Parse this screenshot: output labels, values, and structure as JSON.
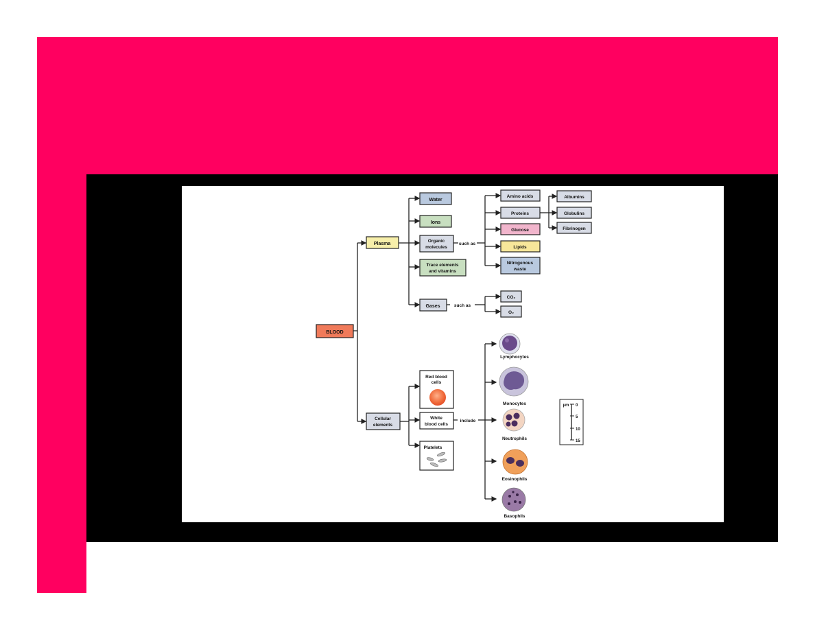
{
  "colors": {
    "accent_pink": "#ff0060",
    "frame_black": "#000000",
    "blood_box": "#f07a5a",
    "plasma_box": "#f7efaa",
    "gray_box": "#d8dce6",
    "blue_box": "#b9c9df",
    "green_box": "#c8dfc0",
    "pink_box": "#f1b5cc",
    "yellow_box": "#f7e79a"
  },
  "diagram": {
    "root": "BLOOD",
    "plasma": {
      "label": "Plasma",
      "water": "Water",
      "ions": "Ions",
      "organic_line1": "Organic",
      "organic_line2": "molecules",
      "such_as": "such as",
      "trace_line1": "Trace elements",
      "trace_line2": "and vitamins",
      "gases": "Gases",
      "gases_such_as": "such as",
      "amino_acids": "Amino acids",
      "proteins": "Proteins",
      "glucose": "Glucose",
      "lipids": "Lipids",
      "nitrogenous_line1": "Nitrogenous",
      "nitrogenous_line2": "waste",
      "albumins": "Albumins",
      "globulins": "Globulins",
      "fibrinogen": "Fibrinogen",
      "co2": "CO₂",
      "o2": "O₂"
    },
    "cellular": {
      "label_line1": "Cellular",
      "label_line2": "elements",
      "rbc_line1": "Red blood",
      "rbc_line2": "cells",
      "wbc_line1": "White",
      "wbc_line2": "blood cells",
      "include": "include",
      "platelets": "Platelets",
      "lymphocytes": "Lymphocytes",
      "monocytes": "Monocytes",
      "neutrophils": "Neutrophils",
      "eosinophils": "Eosinophils",
      "basophils": "Basophils"
    },
    "scale": {
      "unit": "µm",
      "ticks": [
        "0",
        "5",
        "10",
        "15"
      ]
    }
  }
}
